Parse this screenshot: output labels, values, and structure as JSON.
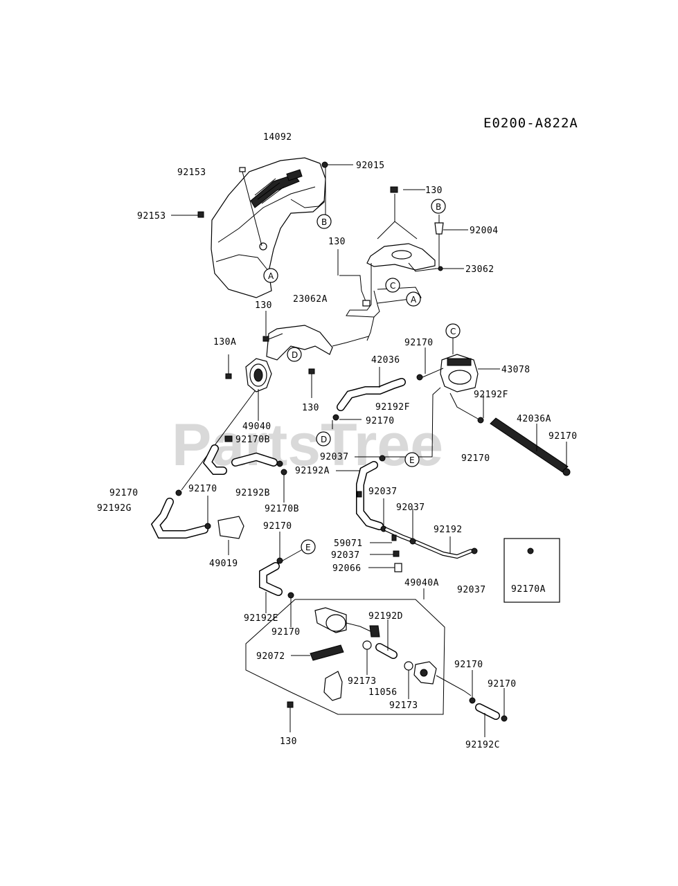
{
  "diagram_code": "E0200-A822A",
  "watermark": "PartsTree",
  "watermark_tm": "™",
  "labels": {
    "p14092": "14092",
    "p92153_top": "92153",
    "p92153_left": "92153",
    "p92015": "92015",
    "p130_top": "130",
    "p92004": "92004",
    "p23062": "23062",
    "p130_bracket": "130",
    "p23062A": "23062A",
    "p130_mid": "130",
    "p130A": "130A",
    "p49040": "49040",
    "p130_under": "130",
    "p92170B_a": "92170B",
    "p42036": "42036",
    "p92192F_a": "92192F",
    "p92170_d": "92170",
    "p92170_c": "92170",
    "p43078": "43078",
    "p92192F_b": "92192F",
    "p42036A": "42036A",
    "p92170_r": "92170",
    "p92170_r2": "92170",
    "p92037_a": "92037",
    "p92192A": "92192A",
    "p92192B": "92192B",
    "p92170B_b": "92170B",
    "p92170_l": "92170",
    "p92170_l2": "92170",
    "p92192G": "92192G",
    "p49019": "49019",
    "p92037_b": "92037",
    "p92037_c": "92037",
    "p92192": "92192",
    "p59071": "59071",
    "p92037_d": "92037",
    "p92066": "92066",
    "p92170_e": "92170",
    "p92192E": "92192E",
    "p92170_f": "92170",
    "p49040A": "49040A",
    "p92037_e": "92037",
    "p92170A": "92170A",
    "p92192D": "92192D",
    "p92072": "92072",
    "p92173_a": "92173",
    "p11056": "11056",
    "p92173_b": "92173",
    "p92170_g": "92170",
    "p92170_h": "92170",
    "p92192C": "92192C",
    "p130_bottom": "130"
  },
  "markers": {
    "A1": "A",
    "A2": "A",
    "B1": "B",
    "B2": "B",
    "C1": "C",
    "C2": "C",
    "D1": "D",
    "D2": "D",
    "E1": "E",
    "E2": "E"
  }
}
